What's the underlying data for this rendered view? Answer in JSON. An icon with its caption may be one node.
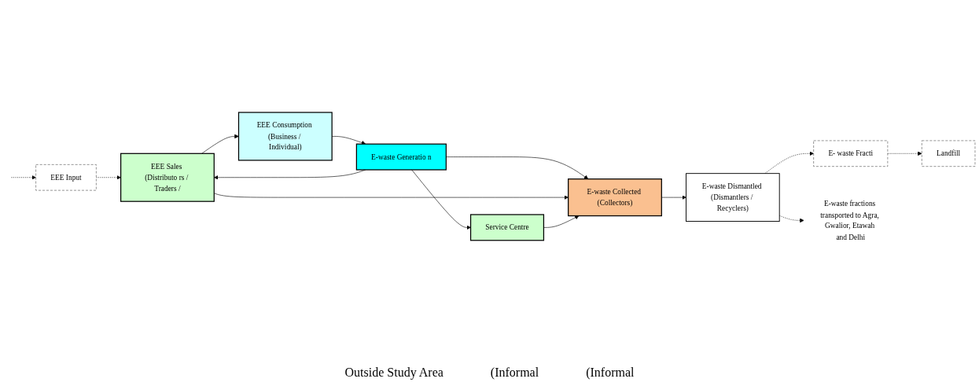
{
  "diagram": {
    "nodes": [
      {
        "text": [
          "EEE Input"
        ]
      },
      {
        "text": [
          "EEE Sales (Distributo rs / Traders /"
        ]
      },
      {
        "text": [
          "EEE Consumption (Business / Individual)"
        ]
      },
      {
        "text": [
          "E-waste Generatio n"
        ]
      },
      {
        "text": [
          "Service Centre"
        ]
      },
      {
        "text": [
          "E-waste Collected (Collectors)"
        ]
      },
      {
        "text": [
          "E-waste Dismantled (Dismantlers / Recyclers)"
        ]
      },
      {
        "text": [
          "E- waste Fracti"
        ]
      },
      {
        "text": [
          "Landfill"
        ]
      },
      {
        "text": [
          "E-waste fractions transported to Agra, Gwalior, Etawah and Delhi"
        ]
      }
    ],
    "edges": [
      {
        "from": null,
        "to": 0,
        "arrow": "to",
        "style": "dashed"
      },
      {
        "from": 0,
        "to": 1,
        "arrow": "to",
        "style": "dashed"
      },
      {
        "from": 1,
        "to": 2,
        "arrow": "to"
      },
      {
        "from": 2,
        "to": 3,
        "arrow": "to"
      },
      {
        "from": 3,
        "to": 5,
        "arrow": "to"
      },
      {
        "from": 1,
        "to": 5,
        "arrow": "to"
      },
      {
        "from": 3,
        "to": 1,
        "arrow": "to"
      },
      {
        "from": 3,
        "to": 4,
        "arrow": "to"
      },
      {
        "from": 4,
        "to": 5,
        "arrow": "to"
      },
      {
        "from": 5,
        "to": 6,
        "arrow": "to"
      },
      {
        "from": 6,
        "to": 7,
        "arrow": "to",
        "style": "dashed"
      },
      {
        "from": 6,
        "to": 9,
        "arrow": "to",
        "style": "dashed"
      },
      {
        "from": 7,
        "to": 8,
        "arrow": "to",
        "style": "dashed"
      }
    ],
    "labels": [
      "Outside Study Area",
      "(Informal",
      "(Informal"
    ]
  }
}
